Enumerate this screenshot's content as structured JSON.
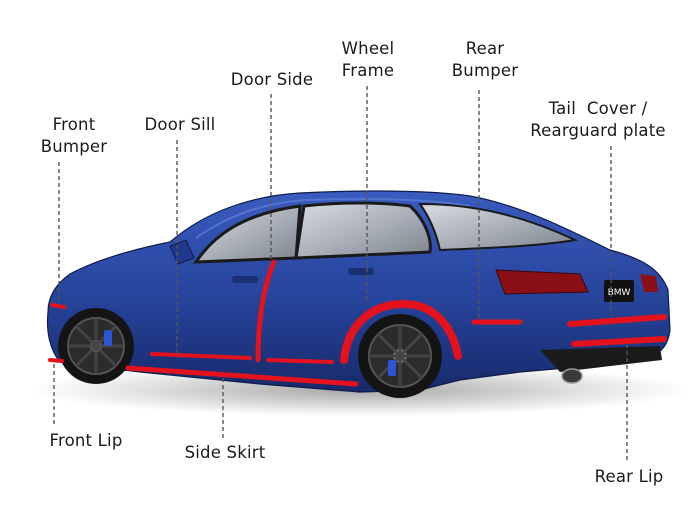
{
  "diagram": {
    "labels": {
      "front_bumper": [
        "Front",
        "Bumper"
      ],
      "door_sill": "Door Sill",
      "door_side": "Door Side",
      "wheel_frame": [
        "Wheel",
        "Frame"
      ],
      "rear_bumper": [
        "Rear",
        "Bumper"
      ],
      "tail_cover": [
        "Tail  Cover /",
        "Rearguard plate"
      ],
      "front_lip": "Front Lip",
      "side_skirt": "Side Skirt",
      "rear_lip": "Rear Lip"
    },
    "plate_text": "BMW",
    "colors": {
      "car_body": "#26439a",
      "car_body_dark": "#15275f",
      "trim_strip": "#e3121d",
      "leader_line": "#555555",
      "label_text": "#1a1a1a"
    }
  }
}
